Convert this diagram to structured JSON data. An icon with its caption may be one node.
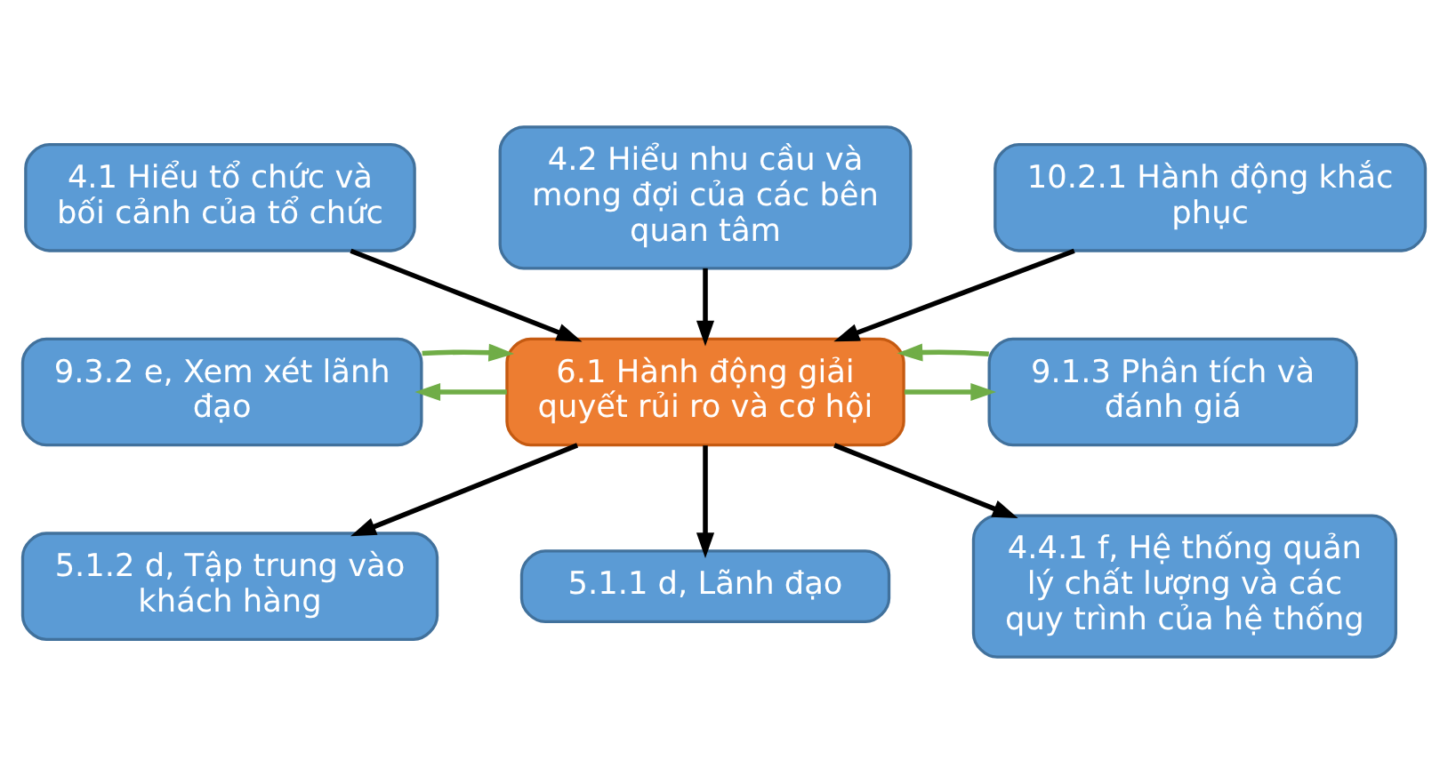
{
  "diagram": {
    "nodes": [
      {
        "text": [
          "4.1 Hiểu tổ chức và bối cảnh của tổ chức"
        ]
      },
      {
        "text": [
          "4.2 Hiểu nhu cầu và mong đợi của các bên quan tâm"
        ]
      },
      {
        "text": [
          "10.2.1 Hành động khắc phục"
        ]
      },
      {
        "text": [
          "9.3.2 e, Xem xét lãnh đạo"
        ]
      },
      {
        "text": [
          "6.1 Hành động giải quyết rủi ro và cơ hội"
        ]
      },
      {
        "text": [
          "9.1.3 Phân tích và đánh giá"
        ]
      },
      {
        "text": [
          "5.1.2 d, Tập trung vào khách hàng"
        ]
      },
      {
        "text": [
          "5.1.1 d, Lãnh đạo"
        ]
      },
      {
        "text": [
          "4.4.1 f, Hệ thống quản lý chất lượng và các quy trình của hệ thống"
        ]
      }
    ],
    "edges": [
      {
        "from": 0,
        "to": 4,
        "arrow": "to"
      },
      {
        "from": 1,
        "to": 4,
        "arrow": "to"
      },
      {
        "from": 2,
        "to": 4,
        "arrow": "to"
      },
      {
        "from": 4,
        "to": 3,
        "arrow": "to",
        "color": "#70ad47"
      },
      {
        "from": 3,
        "to": 4,
        "arrow": "to",
        "color": "#70ad47"
      },
      {
        "from": 4,
        "to": 5,
        "arrow": "to",
        "color": "#70ad47"
      },
      {
        "from": 5,
        "to": 4,
        "arrow": "to",
        "color": "#70ad47"
      },
      {
        "from": 4,
        "to": 6,
        "arrow": "to"
      },
      {
        "from": 4,
        "to": 7,
        "arrow": "to"
      },
      {
        "from": 4,
        "to": 8,
        "arrow": "to"
      }
    ]
  }
}
